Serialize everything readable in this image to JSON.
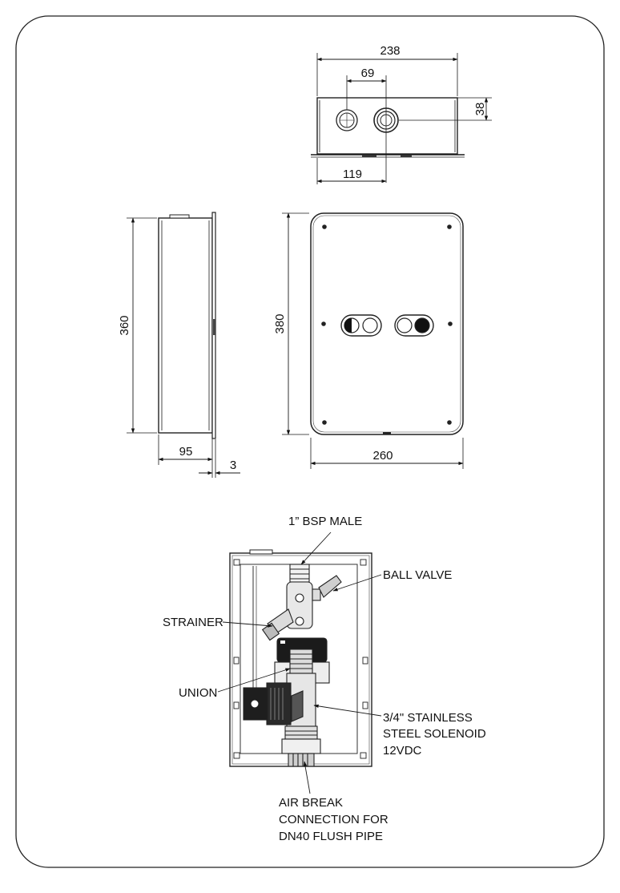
{
  "top_view": {
    "dim_width": "238",
    "dim_inlet_spacing": "69",
    "dim_depth": "38",
    "dim_offset": "119"
  },
  "side_view": {
    "dim_height": "360",
    "dim_depth": "95",
    "dim_flange": "3"
  },
  "front_view": {
    "dim_height": "380",
    "dim_width": "260"
  },
  "internal_view": {
    "callouts": {
      "bsp_male": "1” BSP MALE",
      "ball_valve": "BALL VALVE",
      "strainer": "STRAINER",
      "union": "UNION",
      "solenoid": [
        "3/4\" STAINLESS",
        "STEEL SOLENOID",
        "12VDC"
      ],
      "air_break": [
        "AIR BREAK",
        "CONNECTION FOR",
        "DN40 FLUSH PIPE"
      ]
    }
  }
}
